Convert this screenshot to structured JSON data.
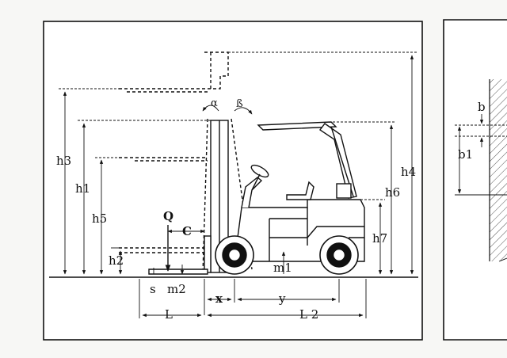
{
  "colors": {
    "line": "#111111",
    "paper": "#ffffff",
    "background": "#f7f7f5",
    "hatch": "#555555"
  },
  "labels": {
    "h1": "h1",
    "h2": "h2",
    "h3": "h3",
    "h4": "h4",
    "h5": "h5",
    "h6": "h6",
    "h7": "h7",
    "Q": "Q",
    "C": "C",
    "s": "s",
    "m1": "m1",
    "m2": "m2",
    "x": "x",
    "y": "y",
    "L": "L",
    "L2": "L 2",
    "alpha": "α",
    "beta": "ß",
    "b": "b",
    "b1": "b1"
  }
}
